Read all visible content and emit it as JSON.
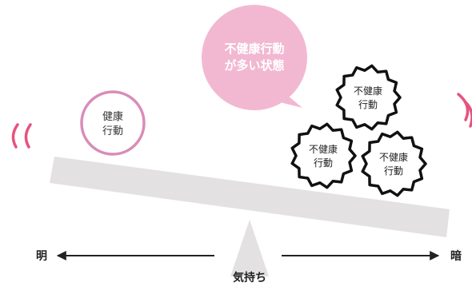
{
  "bubble": {
    "line1": "不健康行動",
    "line2": "が多い状態",
    "color": "#f2b8d2"
  },
  "healthy": {
    "line1": "健康",
    "line2": "行動",
    "border_color": "#d98cb8"
  },
  "unhealthy": [
    {
      "line1": "不健康",
      "line2": "行動"
    },
    {
      "line1": "不健康",
      "line2": "行動"
    },
    {
      "line1": "不健康",
      "line2": "行動"
    }
  ],
  "scale": {
    "bright_label": "明",
    "dark_label": "暗",
    "axis_label": "気持ち"
  },
  "colors": {
    "beam": "#e3e1e2",
    "fulcrum": "#e3e1e2",
    "motion_marks": "#e7527f",
    "text": "#333333"
  }
}
